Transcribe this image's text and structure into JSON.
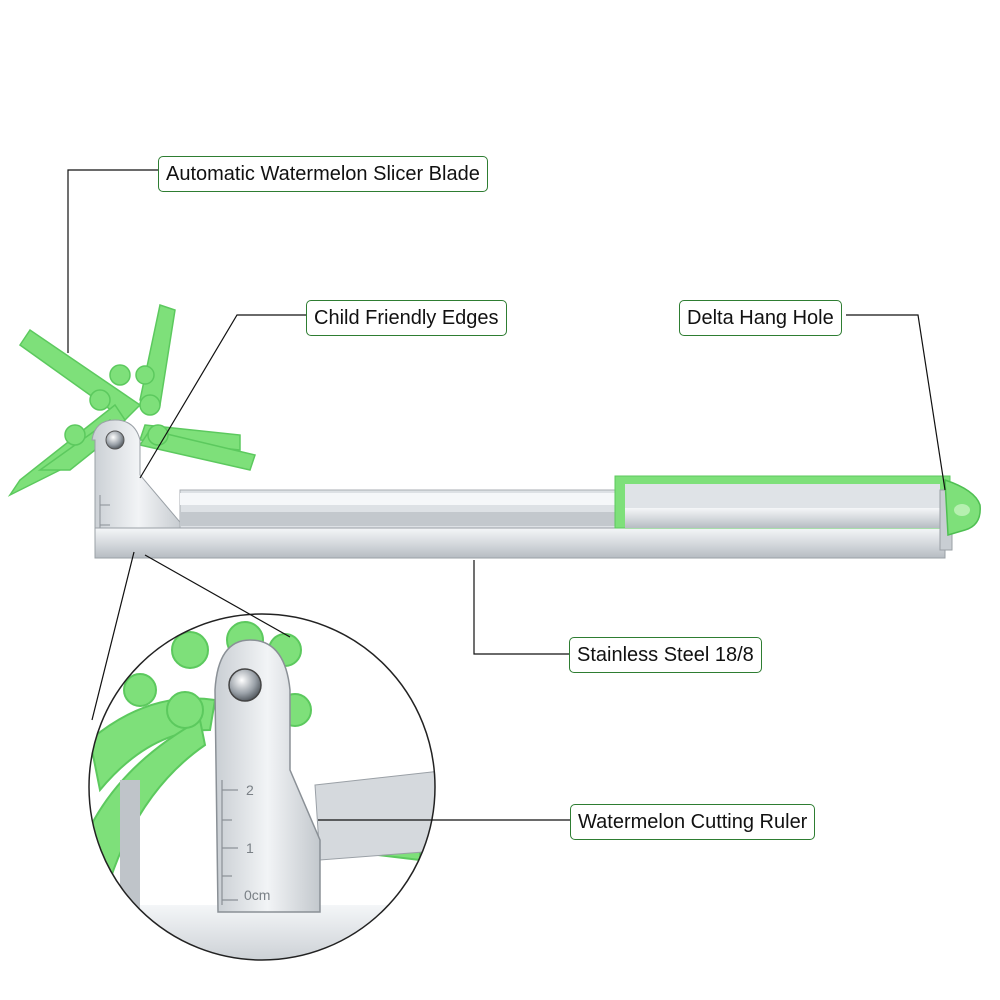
{
  "colors": {
    "accent_green": "#7ee07a",
    "green_dark": "#4fbf52",
    "callout_border": "#2e7d32",
    "steel_light": "#e9ecef",
    "steel_dark": "#a7adb4",
    "leader_line": "#111111"
  },
  "callouts": {
    "blade": "Automatic Watermelon Slicer Blade",
    "edges": "Child Friendly Edges",
    "hang_hole": "Delta Hang Hole",
    "steel": "Stainless Steel 18/8",
    "ruler": "Watermelon Cutting Ruler"
  },
  "ruler_marks": {
    "two": "2",
    "one": "1",
    "zero": "0cm"
  }
}
